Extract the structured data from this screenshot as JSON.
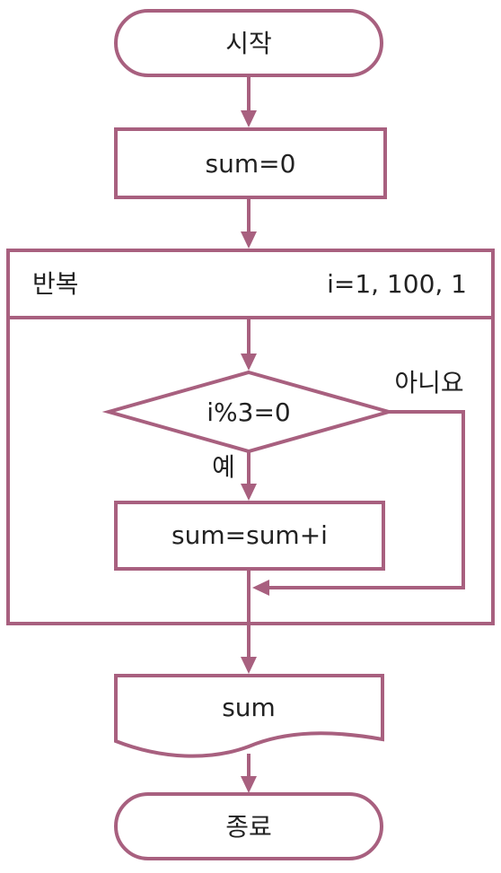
{
  "flowchart": {
    "start": "시작",
    "init": "sum=0",
    "loop": {
      "label": "반복",
      "params": "i=1, 100, 1"
    },
    "condition": "i%3=0",
    "yes_label": "예",
    "no_label": "아니요",
    "process": "sum=sum+i",
    "output": "sum",
    "end": "종료"
  },
  "colors": {
    "stroke": "#a8607f",
    "text": "#222222",
    "background": "#ffffff"
  }
}
